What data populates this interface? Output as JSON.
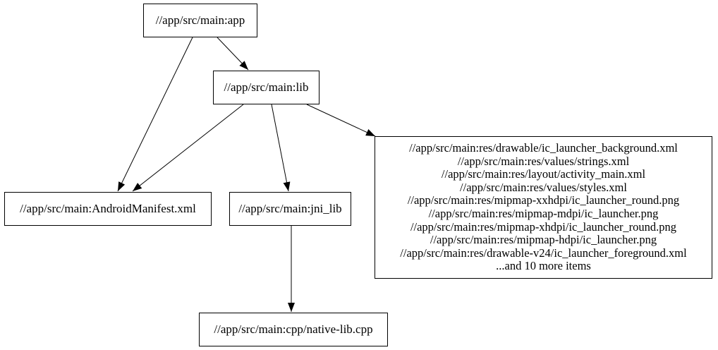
{
  "diagram": {
    "type": "dependency-graph",
    "background_color": "#ffffff",
    "node_border_color": "#000000",
    "text_color": "#000000",
    "edge_color": "#000000",
    "nodes": {
      "app": {
        "label": "//app/src/main:app"
      },
      "lib": {
        "label": "//app/src/main:lib"
      },
      "android_manifest": {
        "label": "//app/src/main:AndroidManifest.xml"
      },
      "jni_lib": {
        "label": "//app/src/main:jni_lib"
      },
      "native_lib_cpp": {
        "label": "//app/src/main:cpp/native-lib.cpp"
      },
      "res_group": {
        "lines": [
          "//app/src/main:res/drawable/ic_launcher_background.xml",
          "//app/src/main:res/values/strings.xml",
          "//app/src/main:res/layout/activity_main.xml",
          "//app/src/main:res/values/styles.xml",
          "//app/src/main:res/mipmap-xxhdpi/ic_launcher_round.png",
          "//app/src/main:res/mipmap-mdpi/ic_launcher.png",
          "//app/src/main:res/mipmap-xhdpi/ic_launcher_round.png",
          "//app/src/main:res/mipmap-hdpi/ic_launcher.png",
          "//app/src/main:res/drawable-v24/ic_launcher_foreground.xml",
          "...and 10 more items"
        ]
      }
    },
    "edges": [
      {
        "from": "//app/src/main:app",
        "to": "//app/src/main:lib"
      },
      {
        "from": "//app/src/main:app",
        "to": "//app/src/main:AndroidManifest.xml"
      },
      {
        "from": "//app/src/main:lib",
        "to": "//app/src/main:AndroidManifest.xml"
      },
      {
        "from": "//app/src/main:lib",
        "to": "//app/src/main:jni_lib"
      },
      {
        "from": "//app/src/main:lib",
        "to": "res_group"
      },
      {
        "from": "//app/src/main:jni_lib",
        "to": "//app/src/main:cpp/native-lib.cpp"
      }
    ]
  }
}
